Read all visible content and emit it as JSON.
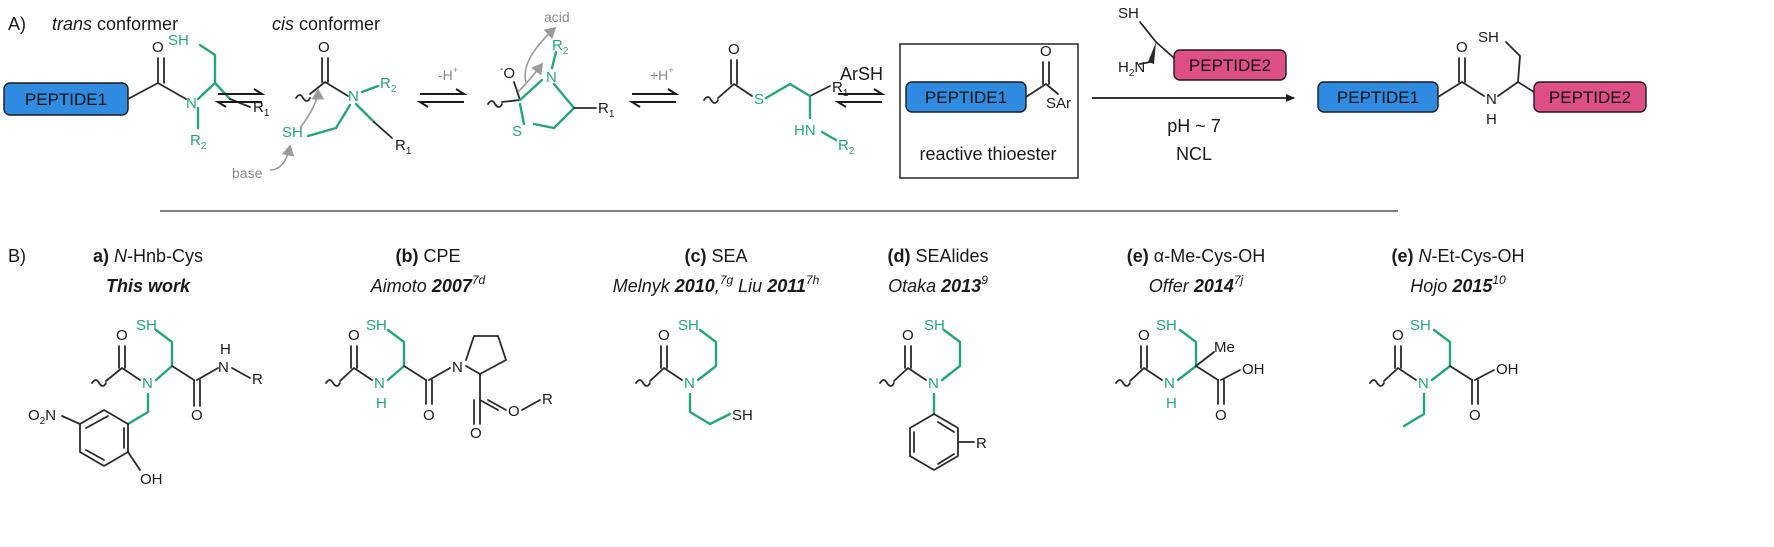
{
  "colors": {
    "peptide1_fill": "#2f8be0",
    "peptide2_fill": "#dd4f86",
    "moiety_green": "#27a57a",
    "text_dark": "#1a1a1a",
    "hint_gray": "#8a8a8a"
  },
  "panel_a": {
    "label": "A)",
    "trans_word": "trans",
    "trans_rest": " conformer",
    "cis_word": "cis",
    "cis_rest": " conformer",
    "peptide1": "PEPTIDE1",
    "peptide2": "PEPTIDE2",
    "minus_h": "-H",
    "plus_h": "+H",
    "acid": "acid",
    "base": "base",
    "arsh": "ArSH",
    "thioester_box": "reactive thioester",
    "sar": "SAr",
    "ph": "pH ~ 7",
    "ncl": "NCL",
    "atoms": {
      "SH": "SH",
      "N": "N",
      "O": "O",
      "S": "S",
      "R1": "R",
      "R2": "R",
      "HN": "HN",
      "H2N": "H",
      "H": "H",
      "sub1": "1",
      "sub2": "2",
      "plus": "+",
      "minus": "-"
    }
  },
  "panel_b": {
    "label": "B)",
    "items": [
      {
        "tag": "a)",
        "name_it": "N",
        "name_rest": "-Hnb-Cys",
        "ref_main": "This work",
        "ref_year": "",
        "ref_sup": ""
      },
      {
        "tag": "(b)",
        "name_it": "",
        "name_rest": "CPE",
        "ref_main": "Aimoto ",
        "ref_year": "2007",
        "ref_sup": "7d"
      },
      {
        "tag": "(c)",
        "name_it": "",
        "name_rest": "SEA",
        "ref_main": "Melnyk ",
        "ref_year": "2010",
        "ref_sup": "7g",
        "ref2_main": "Liu ",
        "ref2_year": "2011",
        "ref2_sup": "7h"
      },
      {
        "tag": "(d)",
        "name_it": "",
        "name_rest": "SEAlides",
        "ref_main": "Otaka ",
        "ref_year": "2013",
        "ref_sup": "9"
      },
      {
        "tag": "(e)",
        "name_it": "",
        "name_rest": "α-Me-Cys-OH",
        "ref_main": "Offer ",
        "ref_year": "2014",
        "ref_sup": "7j"
      },
      {
        "tag": "(e)",
        "name_it": "N",
        "name_rest": "-Et-Cys-OH",
        "ref_main": "Hojo ",
        "ref_year": "2015",
        "ref_sup": "10"
      }
    ],
    "atoms": {
      "SH": "SH",
      "N": "N",
      "H": "H",
      "O": "O",
      "OH": "OH",
      "R": "R",
      "Me": "Me",
      "O2N": "O",
      "NO2sub": "2",
      "NO2N": "N"
    }
  }
}
